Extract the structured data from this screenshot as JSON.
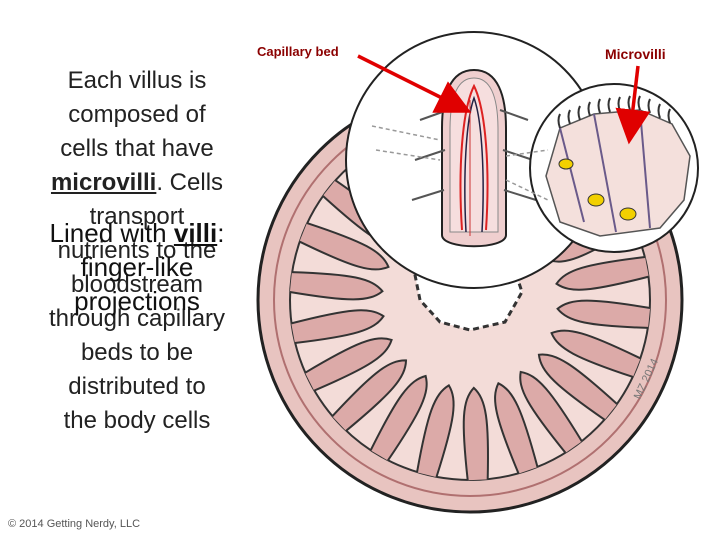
{
  "labels": {
    "capillary_bed": "Capillary bed",
    "microvilli": "Microvilli",
    "signature": "MZ 2014"
  },
  "text_main": {
    "l1": "Each villus is",
    "l2": "composed of",
    "l3": "cells that have",
    "l4_word": "microvilli",
    "l4_rest": ".  Cells",
    "l5": "transport",
    "l6": "nutrients to the",
    "l7": "bloodstream",
    "l8": "through capillary",
    "l9": "beds to be",
    "l10": "distributed to",
    "l11": "the body cells"
  },
  "text_overlay": {
    "l1_pre": "Lined with ",
    "l1_word": "villi",
    "l1_post": ":",
    "l2": "finger-like",
    "l3": "projections"
  },
  "copyright": "© 2014 Getting Nerdy, LLC"
}
